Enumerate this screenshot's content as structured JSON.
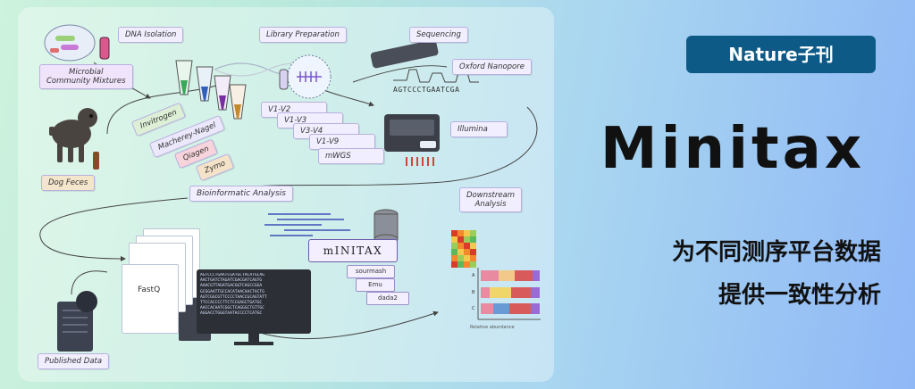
{
  "diagram": {
    "stages": {
      "dna_isolation": "DNA Isolation",
      "library_preparation": "Library Preparation",
      "sequencing": "Sequencing",
      "bioinformatic_analysis": "Bioinformatic Analysis",
      "downstream_analysis": "Downstream\nAnalysis"
    },
    "sources": {
      "microbial": "Microbial\nCommunity Mixtures",
      "dog_feces": "Dog Feces",
      "published_data": "Published Data"
    },
    "kits": [
      "Invitrogen",
      "Macherey-Nagel",
      "Qiagen",
      "Zymo"
    ],
    "regions": [
      "V1-V2",
      "V1-V3",
      "V3-V4",
      "V1-V9",
      "mWGS"
    ],
    "platforms": {
      "nanopore": "Oxford Nanopore",
      "illumina": "Illumina"
    },
    "read_sequence": "AGTCCCTGAATCGA",
    "fastq_label": "FastQ",
    "tool_name": "mINITAX",
    "other_tools": [
      "sourmash",
      "Emu",
      "dada2"
    ],
    "terminal_text": "AGTCCCTGAATCGATGCTACATGCAG\nAACTGATCTAGATCGACGATCAGTG\nAAACGTTAGATGACGGTCAGCCGGA\nGCGGAATTGCCACATAACAACTACTG\nAGTCGGCGTTCCCCTAACCGCAGTATT\nTTCCACCCCTTCTCCGAGCTGATGC\nAACCACAATCGGCTCAGGGCTGTTGC\nAGGACCTGGGTAATACCCCTCATGC",
    "heatmap_axis": "Relative abundance",
    "heatmap_rows": [
      "A",
      "B",
      "C"
    ]
  },
  "badge": "Nature子刊",
  "title": "Minitax",
  "subtitle_line1": "为不同测序平台数据",
  "subtitle_line2": "提供一致性分析"
}
